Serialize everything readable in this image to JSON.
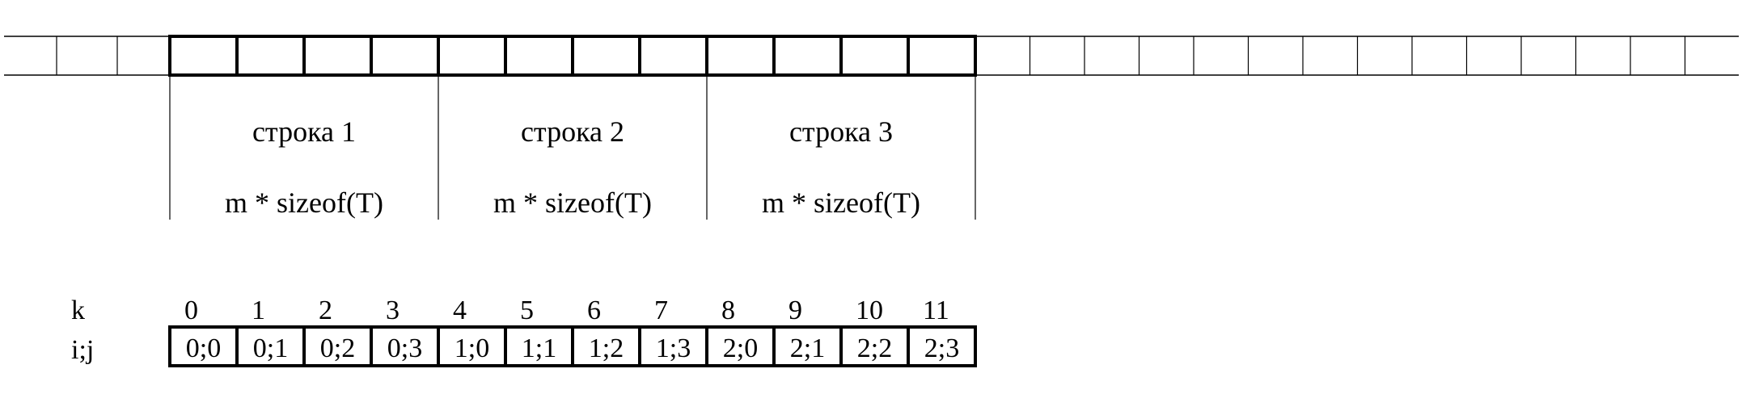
{
  "memory_strip": {
    "cells_before": 3,
    "cells_highlighted": 12,
    "cells_after": 14
  },
  "rows": [
    {
      "label": "строка 1",
      "size": "m * sizeof(T)"
    },
    {
      "label": "строка 2",
      "size": "m * sizeof(T)"
    },
    {
      "label": "строка 3",
      "size": "m * sizeof(T)"
    }
  ],
  "index_table": {
    "k_label": "k",
    "ij_label": "i;j",
    "k_values": [
      "0",
      "1",
      "2",
      "3",
      "4",
      "5",
      "6",
      "7",
      "8",
      "9",
      "10",
      "11"
    ],
    "ij_values": [
      "0;0",
      "0;1",
      "0;2",
      "0;3",
      "1;0",
      "1;1",
      "1;2",
      "1;3",
      "2;0",
      "2;1",
      "2;2",
      "2;3"
    ]
  }
}
